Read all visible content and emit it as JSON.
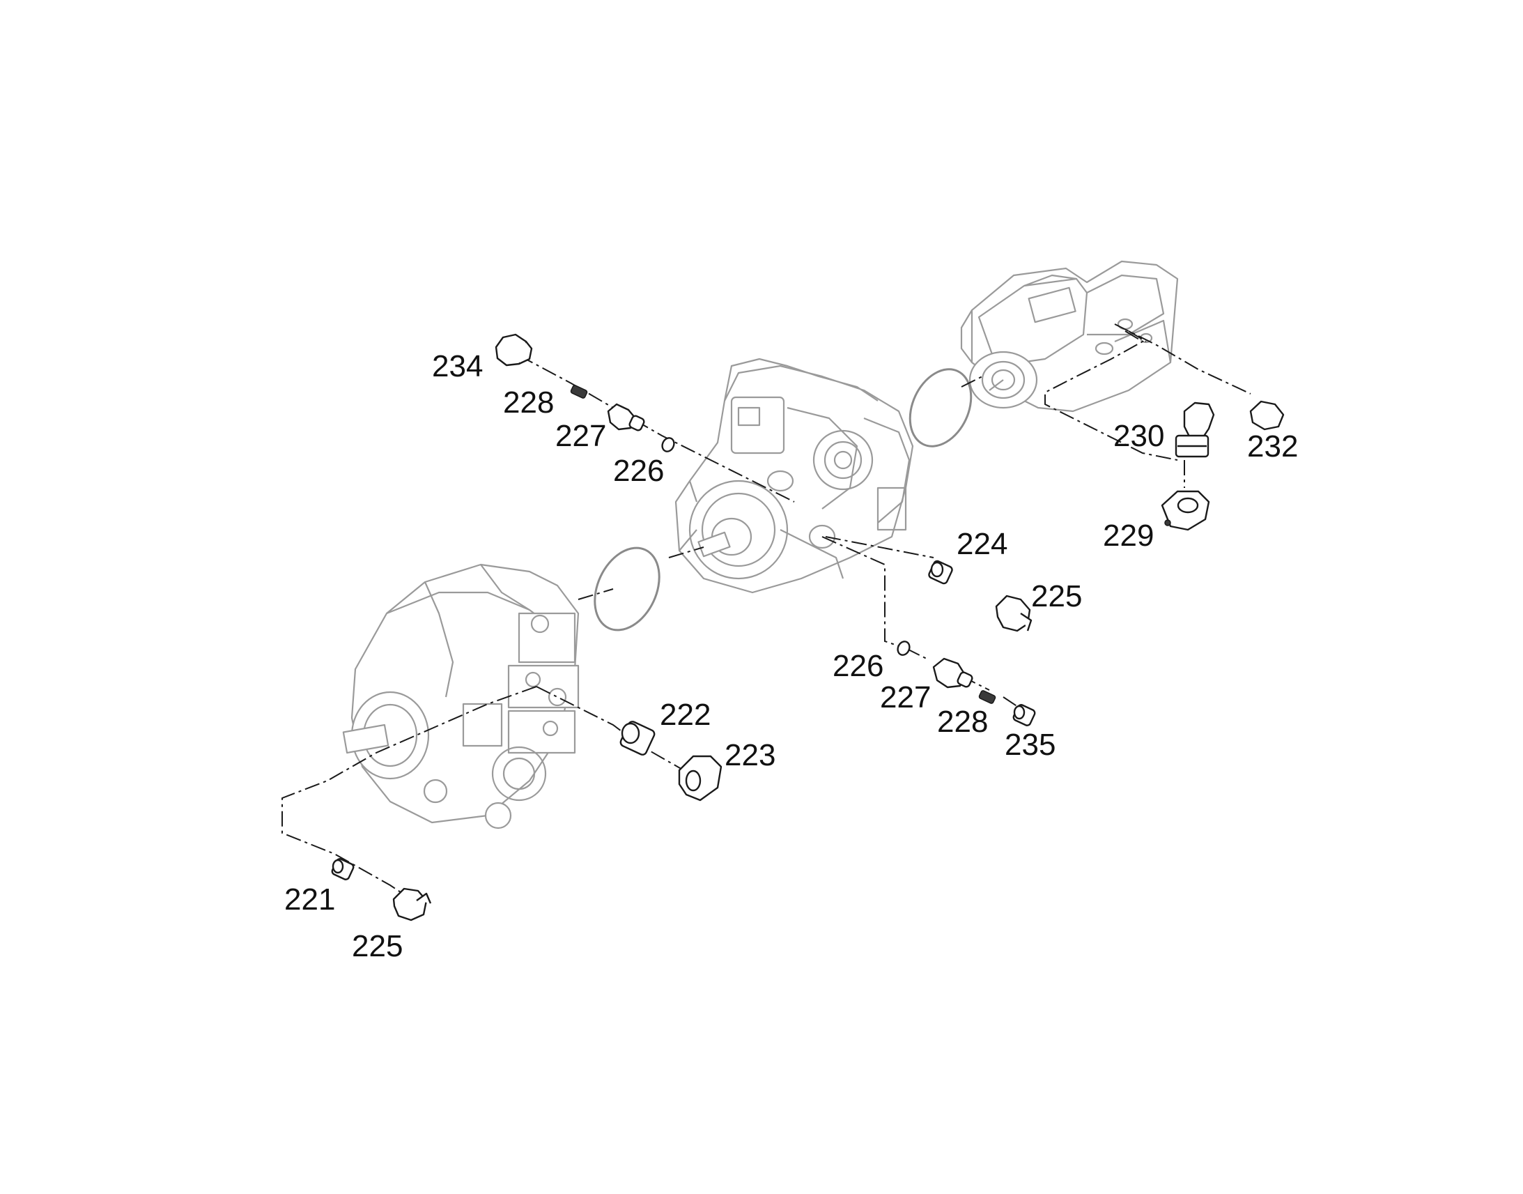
{
  "callouts": [
    {
      "id": "c234",
      "text": "234"
    },
    {
      "id": "c228a",
      "text": "228"
    },
    {
      "id": "c227a",
      "text": "227"
    },
    {
      "id": "c226a",
      "text": "226"
    },
    {
      "id": "c230",
      "text": "230"
    },
    {
      "id": "c232",
      "text": "232"
    },
    {
      "id": "c229",
      "text": "229"
    },
    {
      "id": "c224",
      "text": "224"
    },
    {
      "id": "c225a",
      "text": "225"
    },
    {
      "id": "c226b",
      "text": "226"
    },
    {
      "id": "c227b",
      "text": "227"
    },
    {
      "id": "c228b",
      "text": "228"
    },
    {
      "id": "c235",
      "text": "235"
    },
    {
      "id": "c222",
      "text": "222"
    },
    {
      "id": "c223",
      "text": "223"
    },
    {
      "id": "c221",
      "text": "221"
    },
    {
      "id": "c225b",
      "text": "225"
    }
  ],
  "colors": {
    "background": "#ffffff",
    "assembly_outline": "#9a9a9a",
    "part_outline": "#1a1a1a"
  }
}
